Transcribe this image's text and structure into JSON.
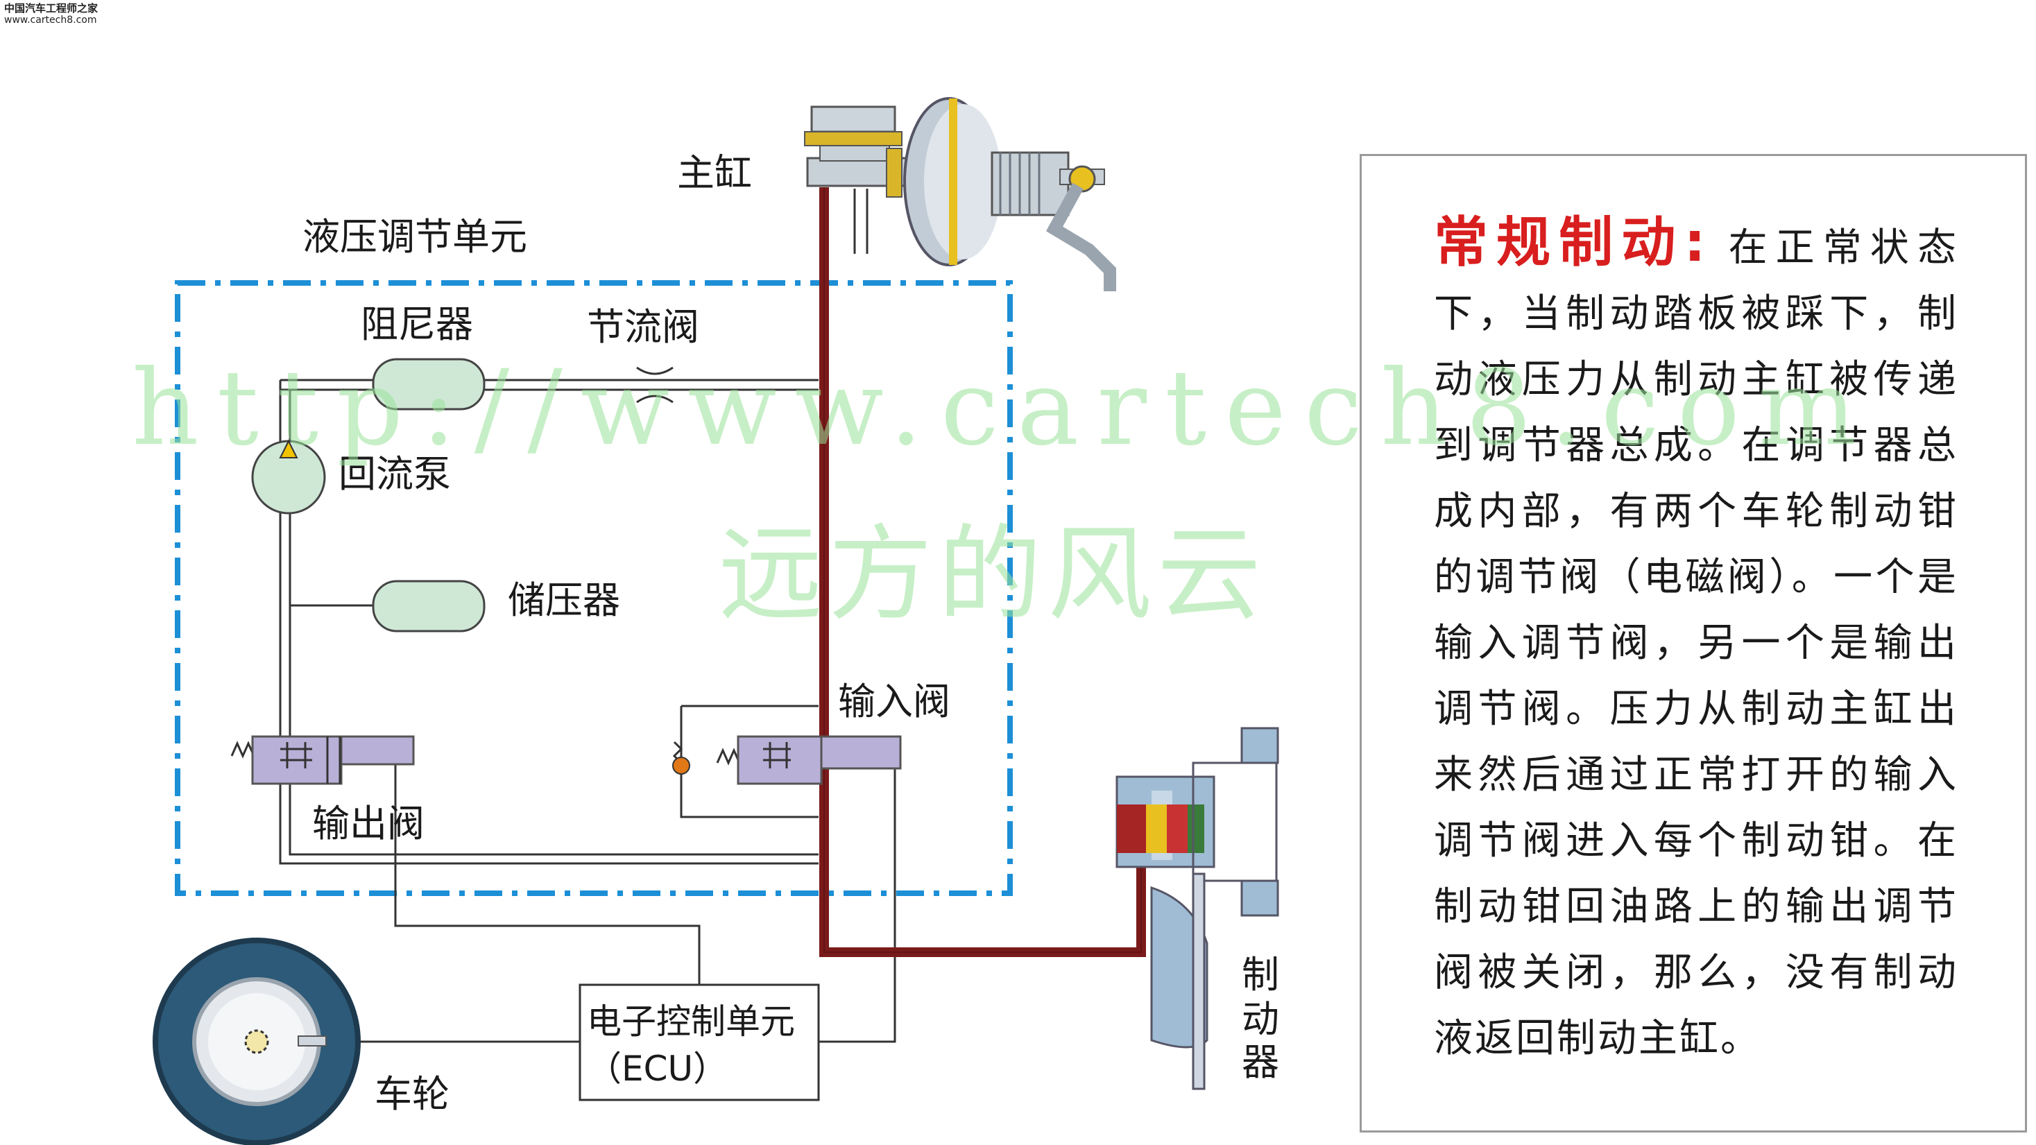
{
  "site": {
    "name_cn": "中国汽车工程师之家",
    "url": "www.cartech8.com"
  },
  "watermark": {
    "url": "http://www.cartech8.com",
    "text": "远方的风云"
  },
  "labels": {
    "master_cylinder": "主缸",
    "hydraulic_unit": "液压调节单元",
    "damper": "阻尼器",
    "throttle_valve": "节流阀",
    "return_pump": "回流泵",
    "accumulator": "储压器",
    "inlet_valve": "输入阀",
    "outlet_valve": "输出阀",
    "ecu_line1": "电子控制单元",
    "ecu_line2": "（ECU）",
    "wheel": "车轮",
    "brake_1": "制",
    "brake_2": "动",
    "brake_3": "器"
  },
  "panel": {
    "heading": "常规制动:",
    "body": "在正常状态下，当制动踏板被踩下，制动液压力从制动主缸被传递到调节器总成。在调节器总成内部，有两个车轮制动钳的调节阀（电磁阀）。一个是输入调节阀，另一个是输出调节阀。压力从制动主缸出来然后通过正常打开的输入调节阀进入每个制动钳。在制动钳回油路上的输出调节阀被关闭，那么，没有制动液返回制动主缸。"
  },
  "colors": {
    "brake_line": "#7a1a1a",
    "hydraulic_unit_border": "#1d8fd6",
    "component_fill": "#cfe8d6",
    "valve_fill": "#b9b0d8",
    "heading": "#d81e1e",
    "watermark": "#9be39b"
  }
}
